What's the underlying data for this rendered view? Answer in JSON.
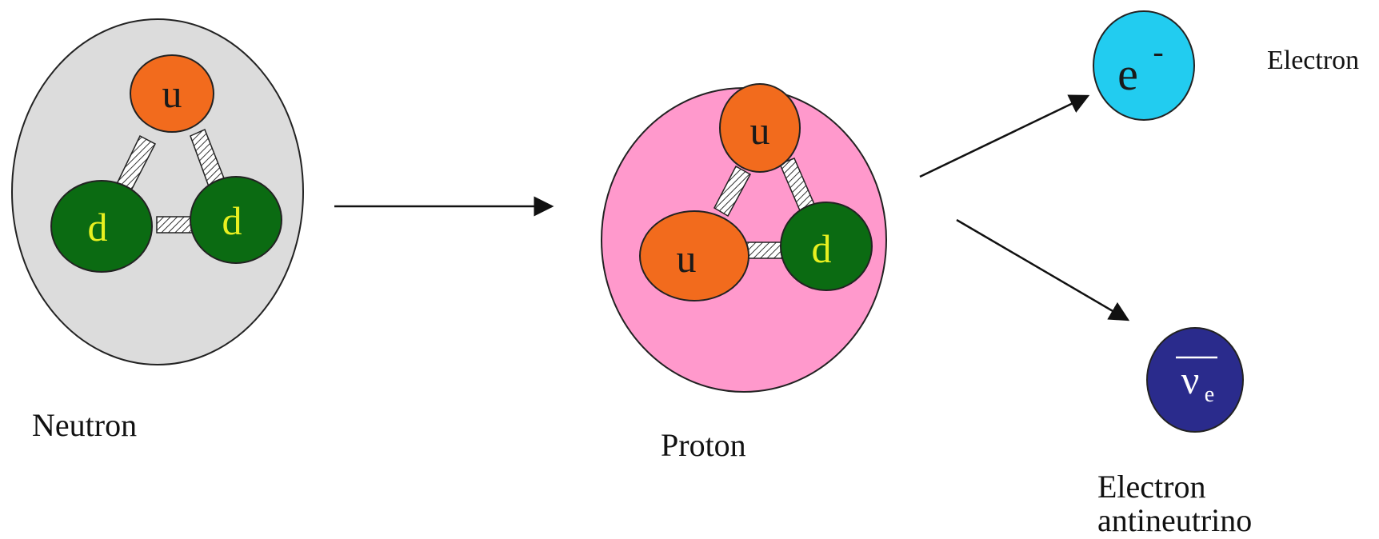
{
  "colors": {
    "neutron_fill": "#dcdcdc",
    "proton_fill": "#ff99cc",
    "up_quark_fill": "#f26b1d",
    "down_quark_fill": "#0b6b12",
    "up_label": "#1a1a1a",
    "down_label": "#e8f020",
    "electron_fill": "#22ccf0",
    "antineutrino_fill": "#2a2b8c",
    "antineutrino_label": "#ffffff",
    "outline": "#222222",
    "arrow": "#111111"
  },
  "neutron": {
    "label": "Neutron",
    "quarks": [
      "u",
      "d",
      "d"
    ]
  },
  "proton": {
    "label": "Proton",
    "quarks": [
      "u",
      "u",
      "d"
    ]
  },
  "electron": {
    "symbol_base": "e",
    "symbol_sup": "-",
    "label": "Electron"
  },
  "antineutrino": {
    "symbol_base": "ν",
    "symbol_sub": "e",
    "label_line1": "Electron",
    "label_line2": "antineutrino"
  },
  "icons": {
    "gluon_bond": "gluon-bond-icon",
    "arrow": "arrow-icon"
  }
}
